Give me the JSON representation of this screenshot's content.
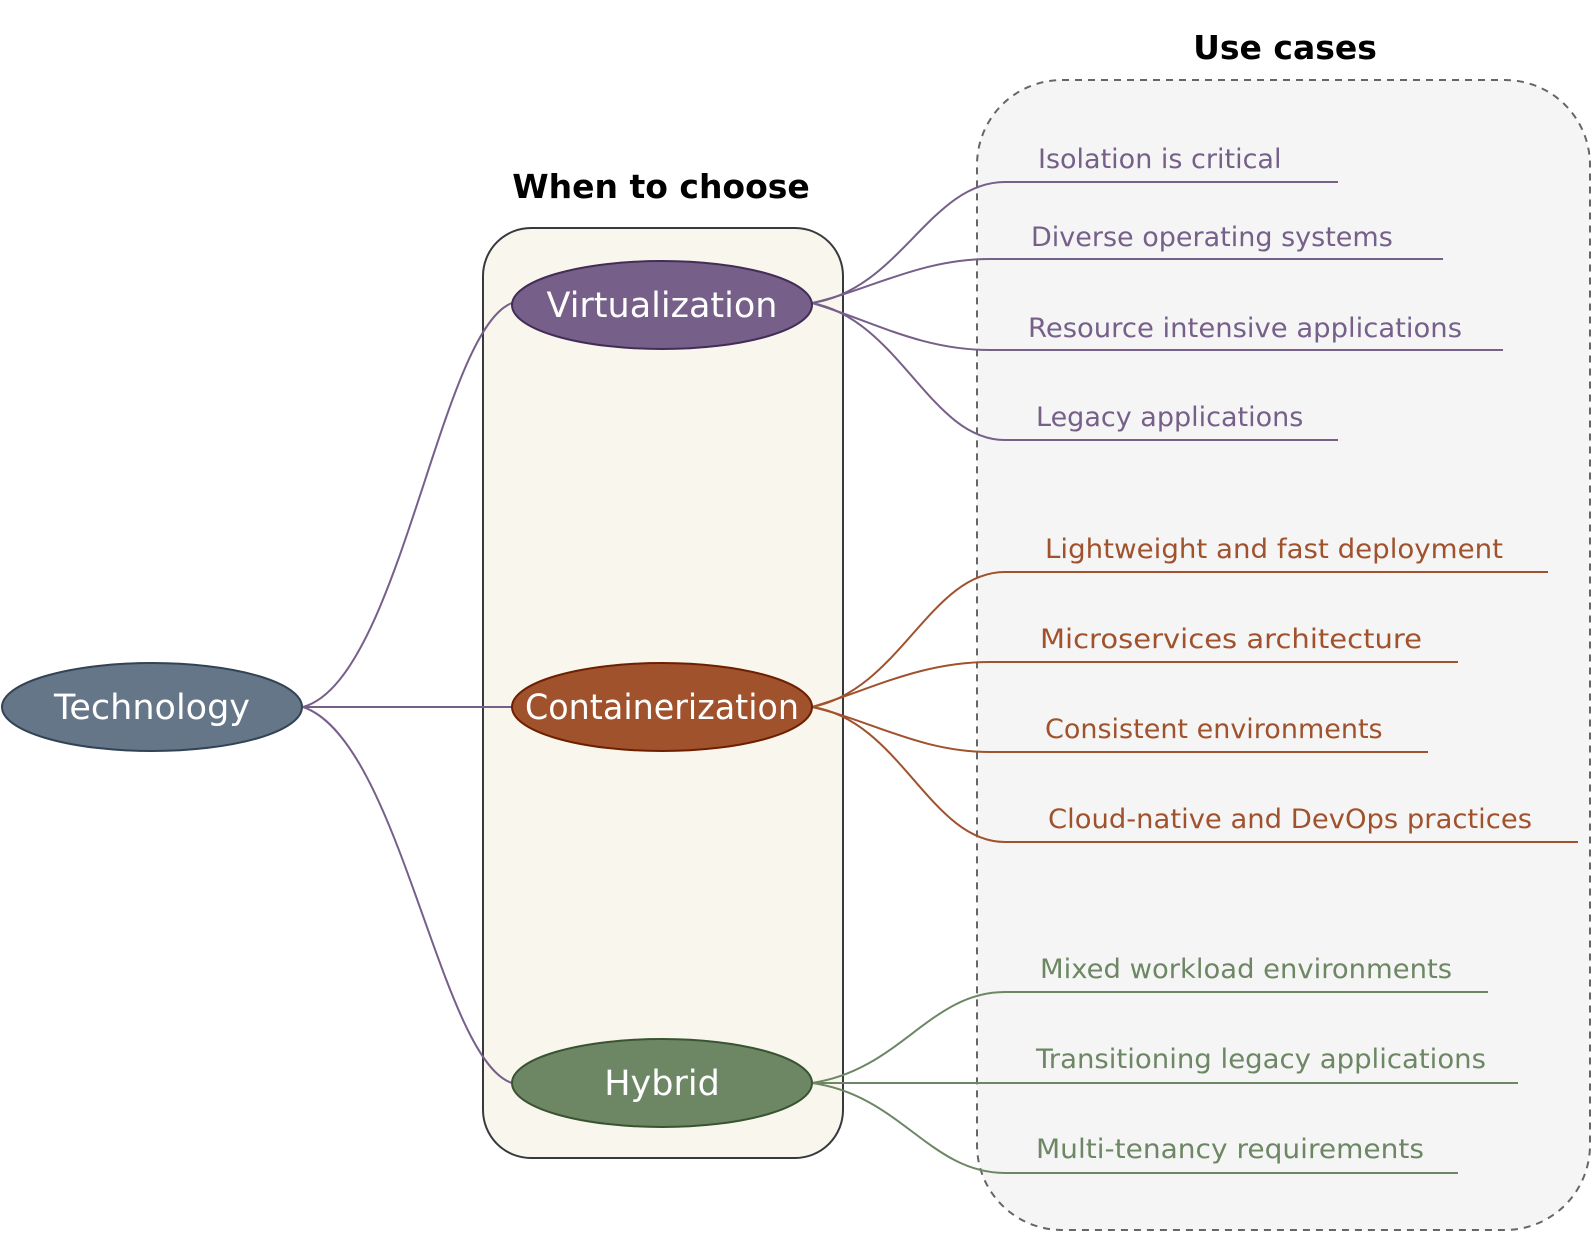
{
  "headings": {
    "when_to_choose": "When to choose",
    "use_cases": "Use cases"
  },
  "root": {
    "label": "Technology"
  },
  "technologies": [
    {
      "label": "Virtualization",
      "color": "#76608a",
      "use_cases": [
        "Isolation is critical",
        "Diverse operating systems",
        "Resource intensive applications",
        "Legacy applications"
      ]
    },
    {
      "label": "Containerization",
      "color": "#a0522d",
      "use_cases": [
        "Lightweight and fast deployment",
        "Microservices architecture",
        "Consistent environments",
        "Cloud-native and DevOps practices"
      ]
    },
    {
      "label": "Hybrid",
      "color": "#6d8764",
      "use_cases": [
        "Mixed workload environments",
        "Transitioning legacy applications",
        "Multi-tenancy requirements"
      ]
    }
  ],
  "colors": {
    "root_fill": "#647687",
    "root_stroke": "#314354",
    "middle_panel_fill": "#f9f7ed",
    "right_panel_fill": "#f5f5f5",
    "connector_root": "#76608a"
  }
}
